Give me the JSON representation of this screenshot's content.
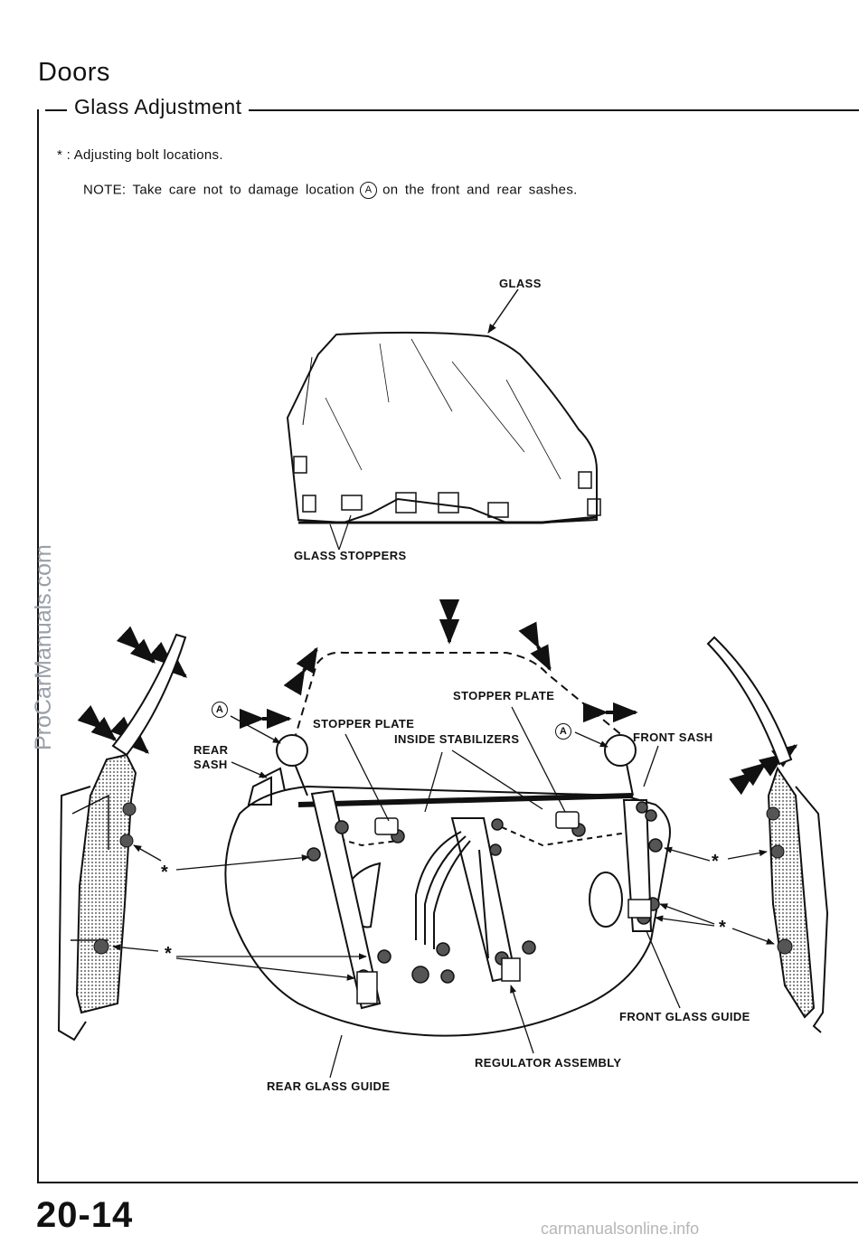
{
  "header": {
    "section_title": "Doors",
    "subsection_title": "Glass Adjustment"
  },
  "legend": {
    "text": "* : Adjusting bolt locations."
  },
  "note": {
    "prefix": "NOTE:  Take care not to damage  location",
    "location_letter": "A",
    "suffix": "on the front and rear sashes."
  },
  "diagram_labels": {
    "glass": "GLASS",
    "glass_stoppers": "GLASS STOPPERS",
    "stopper_plate_right": "STOPPER PLATE",
    "stopper_plate_left": "STOPPER PLATE",
    "inside_stabilizers": "INSIDE STABILIZERS",
    "front_sash": "FRONT SASH",
    "rear_sash_line1": "REAR",
    "rear_sash_line2": "SASH",
    "location_a": "A",
    "asterisk": "*",
    "front_glass_guide": "FRONT GLASS GUIDE",
    "regulator_assembly": "REGULATOR ASSEMBLY",
    "rear_glass_guide": "REAR GLASS GUIDE"
  },
  "footer": {
    "page_number": "20-14",
    "watermark": "ProCarManuals.com",
    "site": "carmanualsonline.info"
  }
}
